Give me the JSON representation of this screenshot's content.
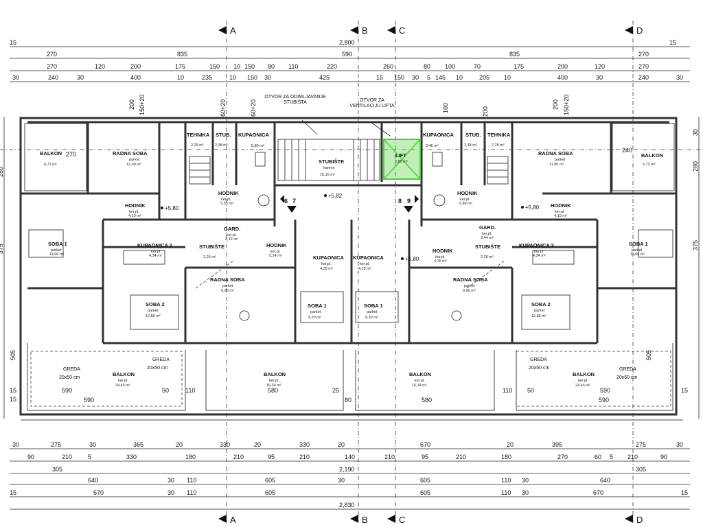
{
  "axes": {
    "labels": [
      "A",
      "B",
      "C",
      "D"
    ]
  },
  "dimensions": {
    "top_rows": [
      [
        "15",
        "2,800",
        "15"
      ],
      [
        "270",
        "835",
        "590",
        "835",
        "270"
      ],
      [
        "270",
        "120",
        "200",
        "175",
        "150",
        "10",
        "150",
        "80",
        "110",
        "220",
        "260",
        "80",
        "100",
        "70",
        "175",
        "200",
        "120",
        "270"
      ],
      [
        "30",
        "240",
        "30",
        "400",
        "10",
        "235",
        "10",
        "150",
        "30",
        "425",
        "15",
        "150",
        "30",
        "5",
        "145",
        "10",
        "205",
        "10",
        "400",
        "30",
        "240",
        "30"
      ]
    ],
    "bottom_rows": [
      [
        "30",
        "275",
        "30",
        "365",
        "20",
        "330",
        "20",
        "330",
        "20",
        "670",
        "20",
        "395",
        "275",
        "30"
      ],
      [
        "90",
        "210",
        "5",
        "330",
        "180",
        "210",
        "95",
        "210",
        "140",
        "210",
        "95",
        "210",
        "180",
        "270",
        "60",
        "5",
        "210",
        "90"
      ],
      [
        "305",
        "2,190",
        "305"
      ],
      [
        "640",
        "30",
        "110",
        "605",
        "30",
        "605",
        "110",
        "30",
        "640"
      ],
      [
        "15",
        "670",
        "30",
        "110",
        "605",
        "605",
        "110",
        "30",
        "670",
        "15"
      ],
      [
        "2,830"
      ]
    ],
    "left_side": [
      "280",
      "375",
      "505",
      "15",
      "15"
    ],
    "right_side": [
      "30",
      "280",
      "375",
      "505",
      "15"
    ],
    "upper_vertical": [
      "200",
      "150+20",
      "60+20",
      "60+20",
      "100",
      "200",
      "200",
      "150+20"
    ],
    "lower_row": [
      "590",
      "590",
      "50",
      "110",
      "580",
      "25",
      "80",
      "580",
      "110",
      "50",
      "590",
      "590"
    ]
  },
  "notes": {
    "otvor_stubista": "OTVOR ZA ODIMLJAVANJE STUBIŠTA",
    "otvor_lifta": "OTVOR ZA VENTILACIJU LIFTA"
  },
  "levels": {
    "plus_580": "+5,80",
    "plus_582": "+5,82"
  },
  "stair_numbers": [
    "6",
    "7",
    "8",
    "9"
  ],
  "rooms": {
    "balkon_tl": {
      "name": "BALKON",
      "area": "6,72 m²",
      "dims": "270"
    },
    "radna_soba_tl": {
      "name": "RADNA SOBA",
      "finish": "parket",
      "area": "12,00 m²"
    },
    "tehnika_l": {
      "name": "TEHNIKA",
      "area": "2,29 m²"
    },
    "stub_l": {
      "name": "STUB.",
      "area": "2,38 m²"
    },
    "kupaonica_l": {
      "name": "KUPAONICA",
      "area": "5,80 m²"
    },
    "stubiste_c": {
      "name": "STUBIŠTE",
      "finish": "kamen",
      "area": "15,15 m²"
    },
    "lift": {
      "name": "LIFT",
      "area": "2,80 m²"
    },
    "kupaonica_r": {
      "name": "KUPAONICA",
      "area": "3,46 m²"
    },
    "stub_r": {
      "name": "STUB.",
      "area": "2,38 m²"
    },
    "tehnika_r": {
      "name": "TEHNIKA",
      "area": "2,29 m²"
    },
    "radna_soba_tr": {
      "name": "RADNA SOBA",
      "finish": "parket",
      "area": "11,80 m²"
    },
    "balkon_tr": {
      "name": "BALKON",
      "area": "6,72 m²",
      "dims": "240"
    },
    "hodnik_l1": {
      "name": "HODNIK",
      "finish": "ker.pl.",
      "area": "4,10 m²"
    },
    "hodnik_l2": {
      "name": "HODNIK",
      "finish": "ker.pl.",
      "area": "5,53 m²"
    },
    "hodnik_r2": {
      "name": "HODNIK",
      "finish": "ker.pl.",
      "area": "5,89 m²"
    },
    "hodnik_r1": {
      "name": "HODNIK",
      "finish": "ker.pl.",
      "area": "4,10 m²"
    },
    "soba1_l": {
      "name": "SOBA 1",
      "finish": "parket",
      "area": "11,06 m²"
    },
    "kupaonica2_l": {
      "name": "KUPAONICA 2",
      "finish": "ker.pl.",
      "area": "4,34 m²"
    },
    "gard_l": {
      "name": "GARD.",
      "finish": "ker.pl.",
      "area": "3,12 m²"
    },
    "stubiste_l": {
      "name": "STUBIŠTE",
      "area": "2,26 m²"
    },
    "hodnik_cl": {
      "name": "HODNIK",
      "finish": "ker.pl.",
      "area": "5,14 m²"
    },
    "kupaonica_cl": {
      "name": "KUPAONICA",
      "finish": "ker.pl.",
      "area": "4,29 m²"
    },
    "kupaonica_cr": {
      "name": "KUPAONICA",
      "finish": "ker.pl.",
      "area": "4,29 m²"
    },
    "hodnik_cr": {
      "name": "HODNIK",
      "finish": "ker.pl.",
      "area": "4,76 m²"
    },
    "gard_r": {
      "name": "GARD.",
      "finish": "ker.pl.",
      "area": "3,44 m²"
    },
    "stubiste_r": {
      "name": "STUBIŠTE",
      "area": "2,26 m²"
    },
    "kupaonica2_r": {
      "name": "KUPAONICA 2",
      "finish": "ker.pl.",
      "area": "4,34 m²"
    },
    "soba1_r": {
      "name": "SOBA 1",
      "finish": "parket",
      "area": "11,06 m²"
    },
    "radna_soba_cl": {
      "name": "RADNA SOBA",
      "finish": "parket",
      "area": "9,90 m²"
    },
    "radna_soba_cr": {
      "name": "RADNA SOBA",
      "finish": "parket",
      "area": "9,90 m²"
    },
    "soba2_l": {
      "name": "SOBA 2",
      "finish": "parket",
      "area": "12,85 m²"
    },
    "soba1_cl": {
      "name": "SOBA 1",
      "finish": "parket",
      "area": "9,20 m²"
    },
    "soba1_cr": {
      "name": "SOBA 1",
      "finish": "parket",
      "area": "9,20 m²"
    },
    "soba2_r": {
      "name": "SOBA 2",
      "finish": "parket",
      "area": "12,85 m²"
    },
    "balkon_bl": {
      "name": "BALKON",
      "finish": "ker.pl.",
      "area": "24,45 m²"
    },
    "balkon_bcl": {
      "name": "BALKON",
      "finish": "ker.pl.",
      "area": "16,34 m²"
    },
    "balkon_bcr": {
      "name": "BALKON",
      "finish": "ker.pl.",
      "area": "16,34 m²"
    },
    "balkon_br": {
      "name": "BALKON",
      "finish": "ker.pl.",
      "area": "24,45 m²"
    }
  },
  "greda": {
    "label": "GREDA",
    "size": "20x50 cm"
  },
  "colors": {
    "lift_highlight": "#4cd137",
    "line": "#222222"
  }
}
